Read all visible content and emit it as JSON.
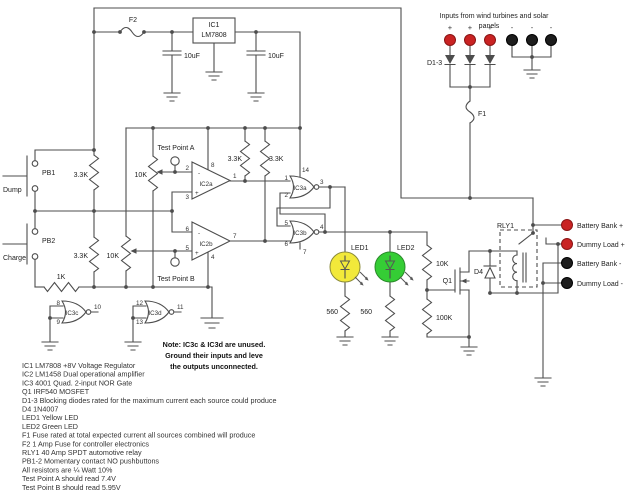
{
  "colors": {
    "wire": "#4d4d4d",
    "led1_fill": "#f2e93a",
    "led2_fill": "#35cd35",
    "terminal_positive": "#c92323",
    "terminal_negative": "#1d1d1d"
  },
  "header": {
    "line1": "Inputs from wind turbines and solar",
    "line2": "panels",
    "plus_mark": "+",
    "minus_mark": "-"
  },
  "power_section": {
    "f2": "F2",
    "f1": "F1",
    "ic1_name": "IC1",
    "ic1_part": "LM7808",
    "cap_input": "10uF",
    "cap_output": "10uF",
    "d1_3": "D1-3"
  },
  "pushbuttons": {
    "pb1": "PB1",
    "pb1_label": "Dump",
    "pb2": "PB2",
    "pb2_label": "Charge"
  },
  "resistors": {
    "r_top": "3.3K",
    "r_bottom": "3.3K",
    "pot_a": "10K",
    "pot_b": "10K",
    "r_1k": "1K",
    "pullup_a": "3.3K",
    "pullup_b": "3.3K",
    "r_led1": "560",
    "r_led2": "560",
    "r_gate": "10K",
    "r_pulldown": "100K"
  },
  "test_points": {
    "a": "Test Point A",
    "b": "Test Point B"
  },
  "opamps": {
    "minus": "-",
    "plus": "+",
    "ic2a": {
      "name": "IC2a",
      "inv_pin": "2",
      "noninv_pin": "3",
      "out_pin": "1",
      "power_pin": "8"
    },
    "ic2b": {
      "name": "IC2b",
      "inv_pin": "6",
      "noninv_pin": "5",
      "out_pin": "7",
      "power_pin": "4"
    }
  },
  "nor_gates": {
    "ic3a": {
      "name": "IC3a",
      "in1": "1",
      "in2": "2",
      "out": "3",
      "power": "14"
    },
    "ic3b": {
      "name": "IC3b",
      "in1": "5",
      "in2": "6",
      "out": "4",
      "power": "7"
    },
    "ic3c": {
      "name": "IC3c",
      "in1": "8",
      "in2": "9",
      "out": "10"
    },
    "ic3d": {
      "name": "IC3d",
      "in1": "12",
      "in2": "13",
      "out": "11"
    }
  },
  "output_stage": {
    "led1": "LED1",
    "led2": "LED2",
    "q1": "Q1",
    "d4": "D4",
    "rly1": "RLY1"
  },
  "terminals": {
    "battery_pos": "Battery Bank +",
    "dummy_pos": "Dummy Load +",
    "battery_neg": "Battery Bank -",
    "dummy_neg": "Dummy Load -"
  },
  "note": {
    "line1": "Note: IC3c & IC3d are unused.",
    "line2": "Ground their inputs and leve",
    "line3": "the outputs unconnected."
  },
  "parts_list": [
    "IC1 LM7808 +8V Voltage Regulator",
    "IC2 LM1458 Dual operational amplifier",
    "IC3 4001 Quad. 2-input NOR Gate",
    "Q1 IRF540 MOSFET",
    "D1-3 Blocking diodes rated for the maximum current each source could produce",
    "D4 1N4007",
    "LED1 Yellow LED",
    "LED2 Green LED",
    "F1 Fuse rated at total expected current all sources combined will produce",
    "F2 1 Amp Fuse for controller electronics",
    "RLY1 40 Amp SPDT automotive relay",
    "PB1-2 Momentary contact NO pushbuttons",
    "All resistors are ¼ Watt 10%",
    "Test Point A should read 7.4V",
    "Test Point B should read 5.95V"
  ]
}
